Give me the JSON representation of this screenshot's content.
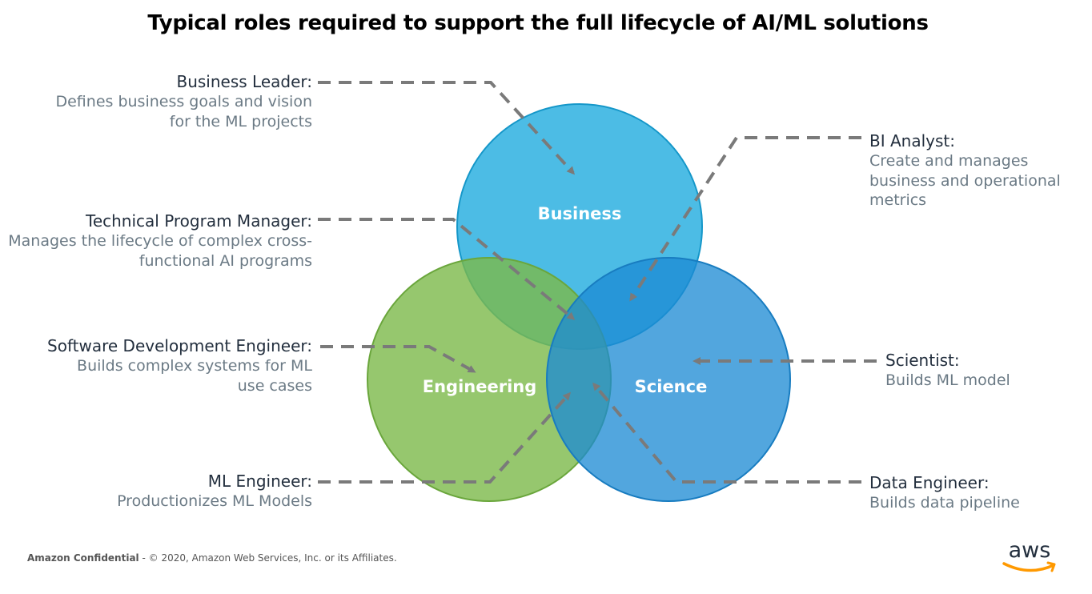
{
  "title": "Typical roles required to support the full lifecycle of AI/ML solutions",
  "circles": {
    "business": "Business",
    "engineering": "Engineering",
    "science": "Science"
  },
  "roles": {
    "business_leader": {
      "name": "Business Leader:",
      "desc": [
        "Defines business goals and vision",
        "for the ML projects"
      ]
    },
    "tpm": {
      "name": "Technical Program Manager:",
      "desc": [
        "Manages the lifecycle of complex cross-",
        "functional AI programs"
      ]
    },
    "sde": {
      "name": "Software Development Engineer:",
      "desc": [
        "Builds complex systems for ML",
        "use cases"
      ]
    },
    "ml_engineer": {
      "name": "ML Engineer:",
      "desc": [
        "Productionizes ML Models"
      ]
    },
    "bi_analyst": {
      "name": "BI Analyst:",
      "desc": [
        "Create and manages",
        "business and operational",
        "metrics"
      ]
    },
    "scientist": {
      "name": "Scientist:",
      "desc": [
        "Builds ML model"
      ]
    },
    "data_engineer": {
      "name": "Data Engineer:",
      "desc": [
        "Builds data pipeline"
      ]
    }
  },
  "footer": {
    "confidential": "Amazon Confidential",
    "copyright": " - © 2020, Amazon Web Services, Inc. or its Affiliates."
  },
  "logo": {
    "text": "aws"
  },
  "colors": {
    "business": "#1aa9de",
    "engineering": "#7cb94a",
    "science": "#1b8ad4",
    "connector": "#7a7a7a",
    "role_name": "#232f3e",
    "role_desc": "#6b7a85",
    "aws_smile": "#ff9900"
  }
}
